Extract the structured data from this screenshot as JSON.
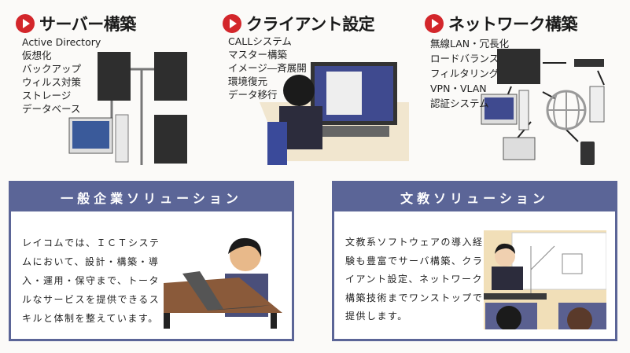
{
  "sections": [
    {
      "title": "サーバー構築",
      "icon": "play-icon",
      "items": [
        "Active Directory",
        "仮想化",
        "バックアップ",
        "ウィルス対策",
        "ストレージ",
        "データベース"
      ]
    },
    {
      "title": "クライアント設定",
      "icon": "play-icon",
      "items": [
        "CALLシステム",
        "マスター構築",
        "イメージ―斉展開",
        "環境復元",
        "データ移行"
      ]
    },
    {
      "title": "ネットワーク構築",
      "icon": "play-icon",
      "items": [
        "無線LAN・冗長化",
        "ロードバランス",
        "フィルタリング",
        "VPN・VLAN",
        "認証システム"
      ]
    }
  ],
  "boxes": [
    {
      "title": "一般企業ソリューション",
      "lines": [
        "レイコムでは、ＩＣＴシステ",
        "ムにおいて、設計・構築・導",
        "入・運用・保守まで、トータ",
        "ルなサービスを提供できるス",
        "キルと体制を整えています。"
      ]
    },
    {
      "title": "文教ソリューション",
      "lines": [
        "文教系ソフトウェアの導入経",
        "験も豊富でサーバ構築、クラ",
        "イアント設定、ネットワーク",
        "構築技術までワンストップで",
        "提供します。"
      ]
    }
  ],
  "colors": {
    "accent": "#d3262b",
    "box": "#5b6597"
  }
}
